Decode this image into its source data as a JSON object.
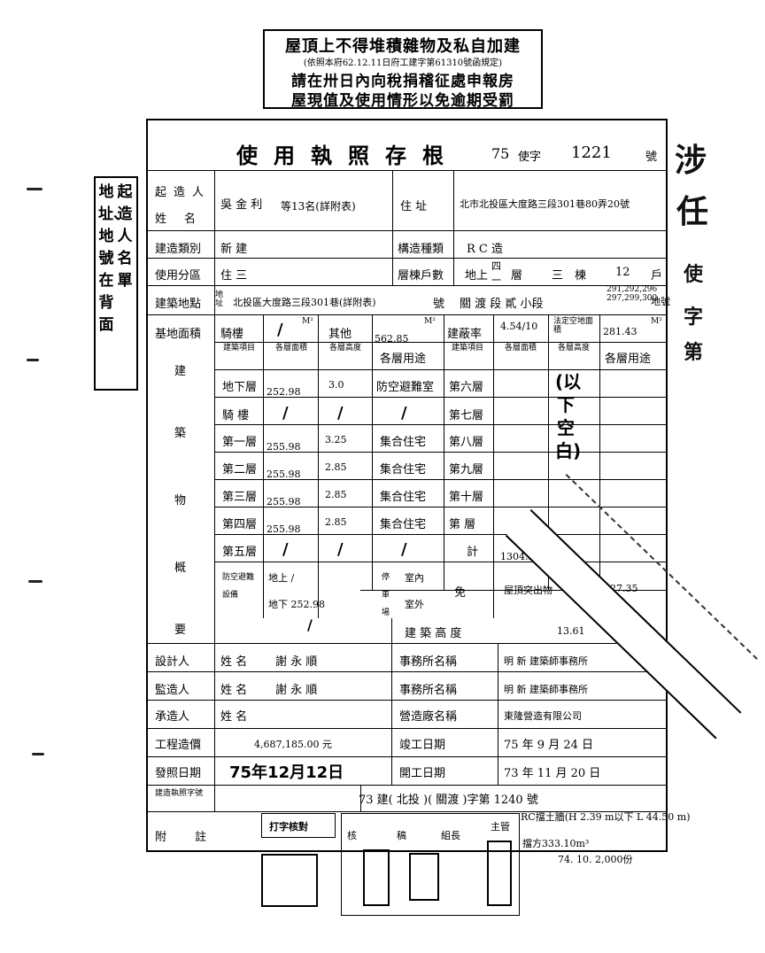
{
  "top_stamp": {
    "line1": "屋頂上不得堆積雜物及私自加建",
    "line2": "(依照本府62.12.11日府工建字第61310號函規定)",
    "line3": "請在卅日內向稅捐稽征處申報房",
    "line4": "屋現值及使用情形以免逾期受罰"
  },
  "side_note": {
    "col1": "起造人名單",
    "col2": "地址、地號在背面"
  },
  "header": {
    "title": "使用執照存根",
    "year": "75",
    "prefix": "使字",
    "number": "1221",
    "suffix": "號"
  },
  "owner": {
    "label1": "起造人",
    "label2": "姓名",
    "name": "吳 金 利",
    "suffix": "等13名(詳附表)",
    "address_label": "住 址",
    "address": "北市北投區大度路三段301巷80弄20號"
  },
  "building_type": {
    "label": "建造類別",
    "value": "新 建",
    "structure_label": "構造種類",
    "structure": "R C 造"
  },
  "usage_zone": {
    "label": "使用分區",
    "value": "住 三",
    "floors_label": "層棟戶數",
    "floors_prefix": "地上",
    "above": "四",
    "below": "一",
    "floor_unit": "層",
    "buildings": "三",
    "building_unit": "棟",
    "households": "12",
    "household_unit": "戶"
  },
  "site": {
    "label": "建築地點",
    "sublabel": "地址",
    "address": "北投區大度路三段301巷(詳附表)",
    "num_label": "號",
    "section": "關 渡 段 貳 小段",
    "lots": "291,292,296 297,299,300",
    "lot_unit": "地號"
  },
  "areas": {
    "label": "基地面積",
    "arcade_label": "騎樓",
    "arcade": "/",
    "other_label": "其他",
    "other": "562.85",
    "coverage_label": "建蔽率",
    "coverage": "4.54/10",
    "legal_label": "法定空地面積",
    "legal": "281.43",
    "unit": "M²"
  },
  "floor_headers": {
    "item": "建築項目",
    "area": "各層面積",
    "height": "各層高度",
    "use": "各層用途"
  },
  "floors_left": [
    {
      "name": "地下層",
      "area": "252.98",
      "height": "3.0",
      "use": "防空避難室"
    },
    {
      "name": "騎 樓",
      "area": "/",
      "height": "/",
      "use": "/"
    },
    {
      "name": "第一層",
      "area": "255.98",
      "height": "3.25",
      "use": "集合住宅"
    },
    {
      "name": "第二層",
      "area": "255.98",
      "height": "2.85",
      "use": "集合住宅"
    },
    {
      "name": "第三層",
      "area": "255.98",
      "height": "2.85",
      "use": "集合住宅"
    },
    {
      "name": "第四層",
      "area": "255.98",
      "height": "2.85",
      "use": "集合住宅"
    },
    {
      "name": "第五層",
      "area": "/",
      "height": "/",
      "use": "/"
    }
  ],
  "floors_right": [
    {
      "name": "第六層"
    },
    {
      "name": "第七層"
    },
    {
      "name": "第八層"
    },
    {
      "name": "第九層"
    },
    {
      "name": "第十層"
    },
    {
      "name": "第 層"
    }
  ],
  "blank_note": "(以下空白)",
  "total": {
    "label": "計",
    "value": "1304.25"
  },
  "bldg_vertical": [
    "建",
    "築",
    "物",
    "概",
    "要"
  ],
  "shelter": {
    "label": "防空避難設備",
    "above": "地上 /",
    "below": "地下 252.98",
    "third": "/",
    "parking_label": "停車場",
    "indoor": "室內",
    "outdoor": "室外",
    "exempt": "免",
    "roof_label": "屋頂突出物",
    "roof": "27.35",
    "height_label": "建 築 高 度",
    "height": "13.61"
  },
  "designer": {
    "label": "設計人",
    "name_label": "姓 名",
    "name": "謝 永 順",
    "office_label": "事務所名稱",
    "office": "明 新 建築師事務所"
  },
  "supervisor": {
    "label": "監造人",
    "name_label": "姓 名",
    "name": "謝 永 順",
    "office_label": "事務所名稱",
    "office": "明 新 建築師事務所"
  },
  "contractor": {
    "label": "承造人",
    "name_label": "姓 名",
    "factory_label": "營造廠名稱",
    "factory": "東隆營造有限公司"
  },
  "cost": {
    "label": "工程造價",
    "value": "4,687,185.00 元",
    "complete_label": "竣工日期",
    "complete": "75 年 9 月 24 日"
  },
  "issue": {
    "label": "發照日期",
    "value": "75年12月12日",
    "start_label": "開工日期",
    "start": "73 年 11 月 20 日"
  },
  "permit": {
    "label": "建造執照字號",
    "value": "73 建( 北投 )( 關渡 )字第 1240 號"
  },
  "remark": {
    "label": "附 註",
    "typist": "打字核對",
    "note1": "RC擋土牆(H 2.39 m以下 L 44.50 m)",
    "note2": "擋方333.10m³",
    "print": "74. 10. 2,000份"
  },
  "signers": [
    "核",
    "稿",
    "組長",
    "主管"
  ],
  "right_bg": [
    "涉",
    "任",
    "使",
    "字",
    "第"
  ]
}
